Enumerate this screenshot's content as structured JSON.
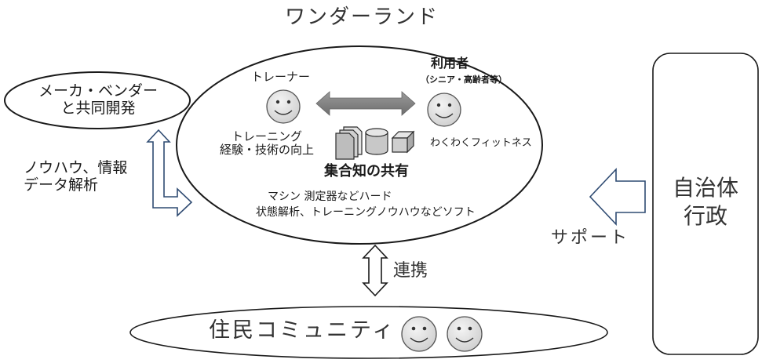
{
  "diagram": {
    "title": "ワンダーランド",
    "maker_partner": {
      "line1": "メーカ・ベンダー",
      "line2": "と共同開発"
    },
    "knowhow_label": {
      "line1": "ノウハウ、情報",
      "line2": "データ解析"
    },
    "trainer": {
      "label": "トレーナー",
      "caption_line1": "トレーニング",
      "caption_line2": "経験・技術の向上"
    },
    "user": {
      "label": "利用者",
      "sublabel": "（シニア・高齢者等）",
      "caption": "わくわくフィットネス"
    },
    "shared_knowledge": "集合知の共有",
    "hardware_line": "マシン 測定器などハード",
    "software_line": "状態解析、トレーニングノウハウなどソフト",
    "government": {
      "line1": "自治体",
      "line2": "行政"
    },
    "support_label": "サポート",
    "cooperation_label": "連携",
    "community_label": "住民コミュニティ"
  }
}
